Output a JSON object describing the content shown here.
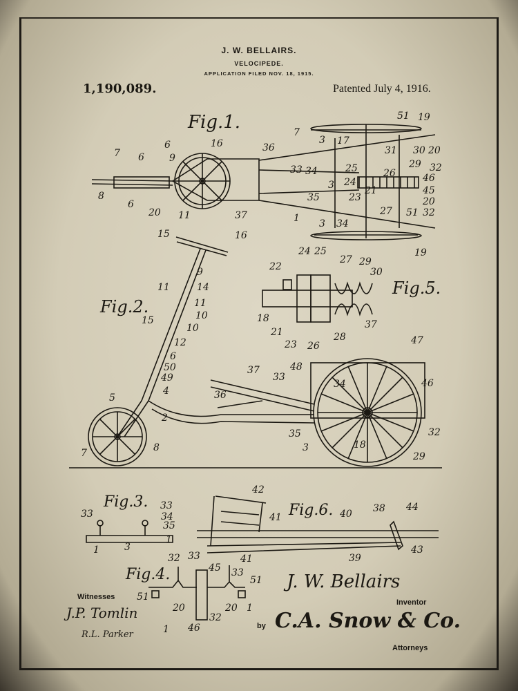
{
  "header": {
    "inventor": "J. W. BELLAIRS.",
    "title": "VELOCIPEDE.",
    "application": "APPLICATION FILED NOV. 18, 1915.",
    "patent_number": "1,190,089.",
    "patented": "Patented July 4, 1916."
  },
  "figures": {
    "fig1": "Fig.1.",
    "fig2": "Fig.2.",
    "fig3": "Fig.3.",
    "fig4": "Fig.4.",
    "fig5": "Fig.5.",
    "fig6": "Fig.6."
  },
  "refs": {
    "fig1": [
      "7",
      "6",
      "6",
      "9",
      "16",
      "36",
      "7",
      "3",
      "17",
      "51",
      "19",
      "8",
      "6",
      "20",
      "11",
      "15",
      "33",
      "34",
      "3",
      "25",
      "24",
      "26",
      "29",
      "30",
      "20",
      "32",
      "46",
      "45",
      "20",
      "37",
      "35",
      "23",
      "21",
      "27",
      "51",
      "32",
      "1",
      "3",
      "34",
      "19",
      "31"
    ],
    "fig2": [
      "16",
      "9",
      "11",
      "14",
      "11",
      "15",
      "10",
      "10",
      "12",
      "6",
      "50",
      "49",
      "4",
      "5",
      "2",
      "7",
      "8",
      "37",
      "33",
      "36",
      "48",
      "34",
      "47",
      "46",
      "35",
      "3",
      "18",
      "32",
      "29"
    ],
    "fig5": [
      "22",
      "24",
      "25",
      "27",
      "29",
      "30",
      "18",
      "21",
      "23",
      "26",
      "28",
      "37"
    ],
    "fig3": [
      "33",
      "33",
      "34",
      "35",
      "1",
      "1",
      "3"
    ],
    "fig6": [
      "42",
      "41",
      "40",
      "38",
      "44",
      "41",
      "39",
      "43"
    ],
    "fig4": [
      "32",
      "33",
      "45",
      "33",
      "51",
      "51",
      "1",
      "20",
      "20",
      "1",
      "46",
      "32"
    ]
  },
  "signatures": {
    "inventor_signature": "J. W. Bellairs",
    "witness_1": "J.P. Tomlin",
    "witness_2": "R.L. Parker",
    "attorney_signature": "C.A. Snow & Co."
  },
  "labels": {
    "witnesses": "Witnesses",
    "inventor": "Inventor",
    "by": "by",
    "attorneys": "Attorneys"
  }
}
